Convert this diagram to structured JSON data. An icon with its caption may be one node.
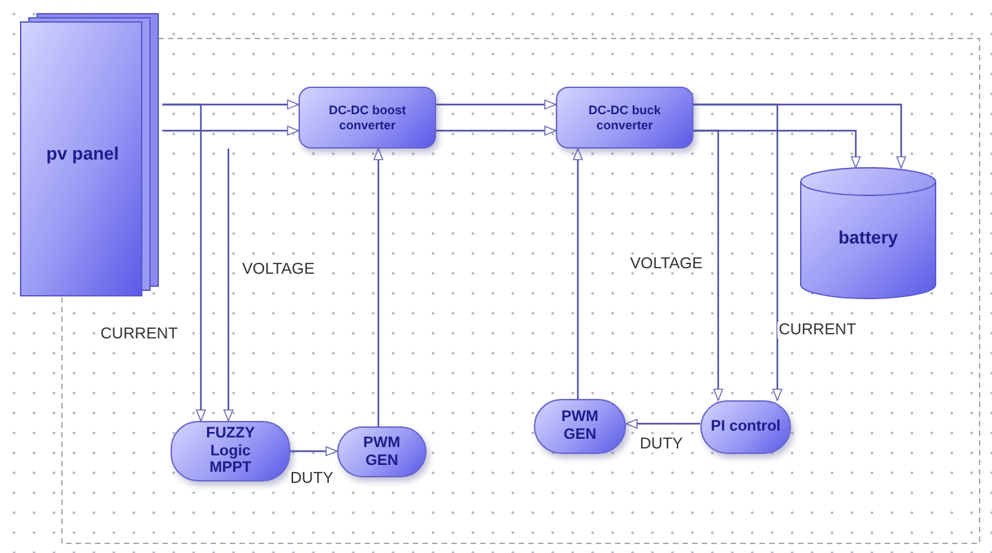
{
  "diagram": {
    "nodes": [
      {
        "text": [
          "pv panel"
        ]
      },
      {
        "text": [
          "DC-DC boost converter"
        ]
      },
      {
        "text": [
          "DC-DC buck converter"
        ]
      },
      {
        "text": [
          "battery"
        ]
      },
      {
        "text": [
          "FUZZY Logic MPPT"
        ]
      },
      {
        "text": [
          "PWM GEN"
        ]
      },
      {
        "text": [
          "PWM GEN"
        ]
      },
      {
        "text": [
          "PI control"
        ]
      }
    ],
    "edges": [
      {
        "from": 0,
        "to": 1,
        "arrow": "to"
      },
      {
        "from": 0,
        "to": 1,
        "arrow": "to"
      },
      {
        "from": 1,
        "to": 2,
        "arrow": "to"
      },
      {
        "from": 1,
        "to": 2,
        "arrow": "to"
      },
      {
        "from": 2,
        "to": 3,
        "arrow": "to"
      },
      {
        "from": 2,
        "to": 3,
        "arrow": "to"
      },
      {
        "from": 0,
        "to": 4,
        "arrow": "to",
        "label": "CURRENT"
      },
      {
        "from": null,
        "to": 4,
        "arrow": "to",
        "label": "VOLTAGE"
      },
      {
        "from": 5,
        "to": 1,
        "arrow": "to"
      },
      {
        "from": 4,
        "to": 5,
        "arrow": "to",
        "label": "DUTY"
      },
      {
        "from": 6,
        "to": 2,
        "arrow": "to"
      },
      {
        "from": 7,
        "to": 6,
        "arrow": "to",
        "label": "DUTY"
      },
      {
        "from": 2,
        "to": 7,
        "arrow": "to",
        "label": "VOLTAGE"
      },
      {
        "from": 2,
        "to": 7,
        "arrow": "to",
        "label": "CURRENT"
      }
    ]
  }
}
